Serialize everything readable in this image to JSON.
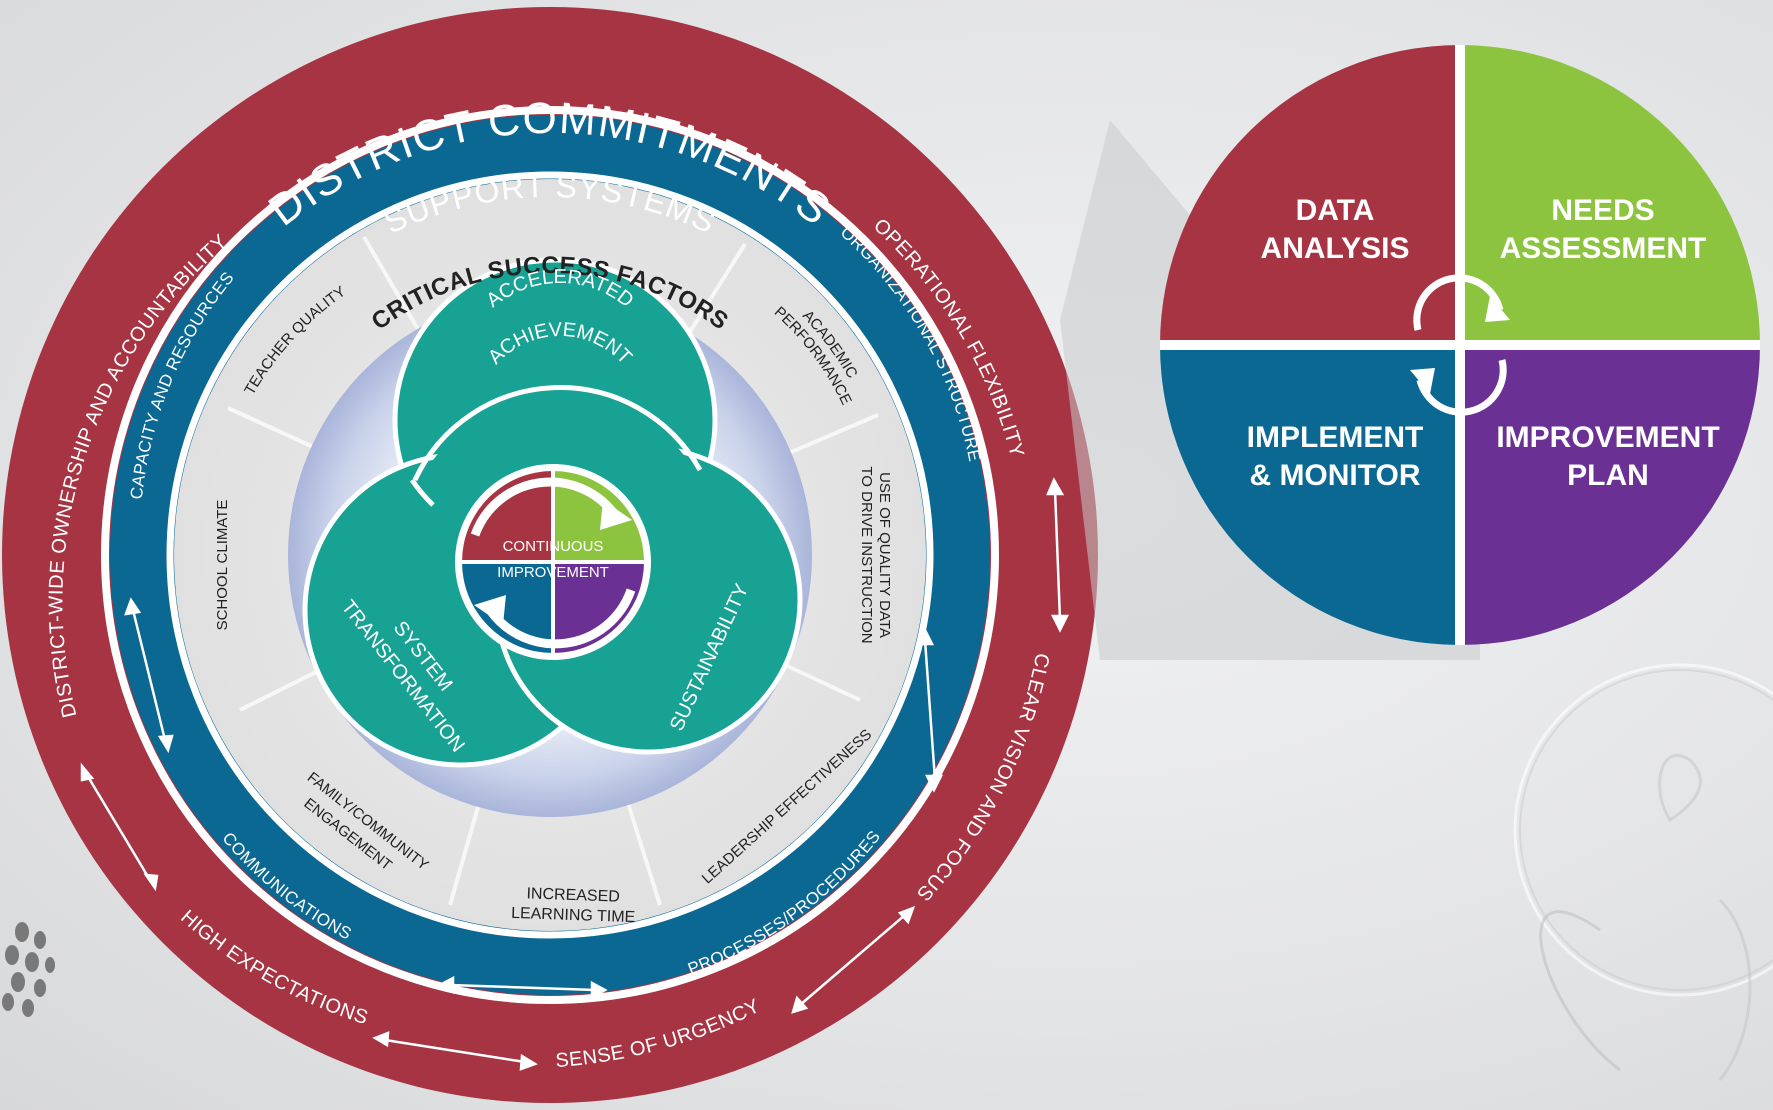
{
  "colors": {
    "red": "#a73443",
    "blue": "#0a6892",
    "teal": "#17a294",
    "green": "#8cc440",
    "purple": "#6a3093",
    "inner_light": "#dcdcdc",
    "white_ring": "#ffffff"
  },
  "outer_ring": {
    "title": "DISTRICT COMMITMENTS",
    "left": "DISTRICT-WIDE OWNERSHIP AND ACCOUNTABILITY",
    "right_top": "OPERATIONAL FLEXIBILITY",
    "right_bottom": "CLEAR VISION AND FOCUS",
    "bottom_left": "HIGH EXPECTATIONS",
    "bottom": "SENSE OF URGENCY"
  },
  "support_ring": {
    "title": "SUPPORT SYSTEMS",
    "left": "CAPACITY AND RESOURCES",
    "right": "ORGANIZATIONAL STRUCTURE",
    "bottom_left": "COMMUNICATIONS",
    "bottom_right": "PROCESSES/PROCEDURES"
  },
  "success_factors": {
    "title": "CRITICAL SUCCESS FACTORS",
    "teacher_quality": "TEACHER QUALITY",
    "academic_line1": "ACADEMIC",
    "academic_line2": "PERFORMANCE",
    "school_climate": "SCHOOL CLIMATE",
    "data_line1": "USE OF QUALITY DATA",
    "data_line2": "TO DRIVE INSTRUCTION",
    "family_line1": "FAMILY/COMMUNITY",
    "family_line2": "ENGAGEMENT",
    "time_line1": "INCREASED",
    "time_line2": "LEARNING TIME",
    "leadership": "LEADERSHIP EFFECTIVENESS"
  },
  "core": {
    "accel_line1": "ACCELERATED",
    "accel_line2": "ACHIEVEMENT",
    "system_line1": "SYSTEM",
    "system_line2": "TRANSFORMATION",
    "sustainability": "SUSTAINABILITY",
    "center_line1": "CONTINUOUS",
    "center_line2": "IMPROVEMENT"
  },
  "cycle": {
    "data_analysis_line1": "DATA",
    "data_analysis_line2": "ANALYSIS",
    "needs_line1": "NEEDS",
    "needs_line2": "ASSESSMENT",
    "implement_line1": "IMPLEMENT",
    "implement_line2": "& MONITOR",
    "plan_line1": "IMPROVEMENT",
    "plan_line2": "PLAN"
  }
}
